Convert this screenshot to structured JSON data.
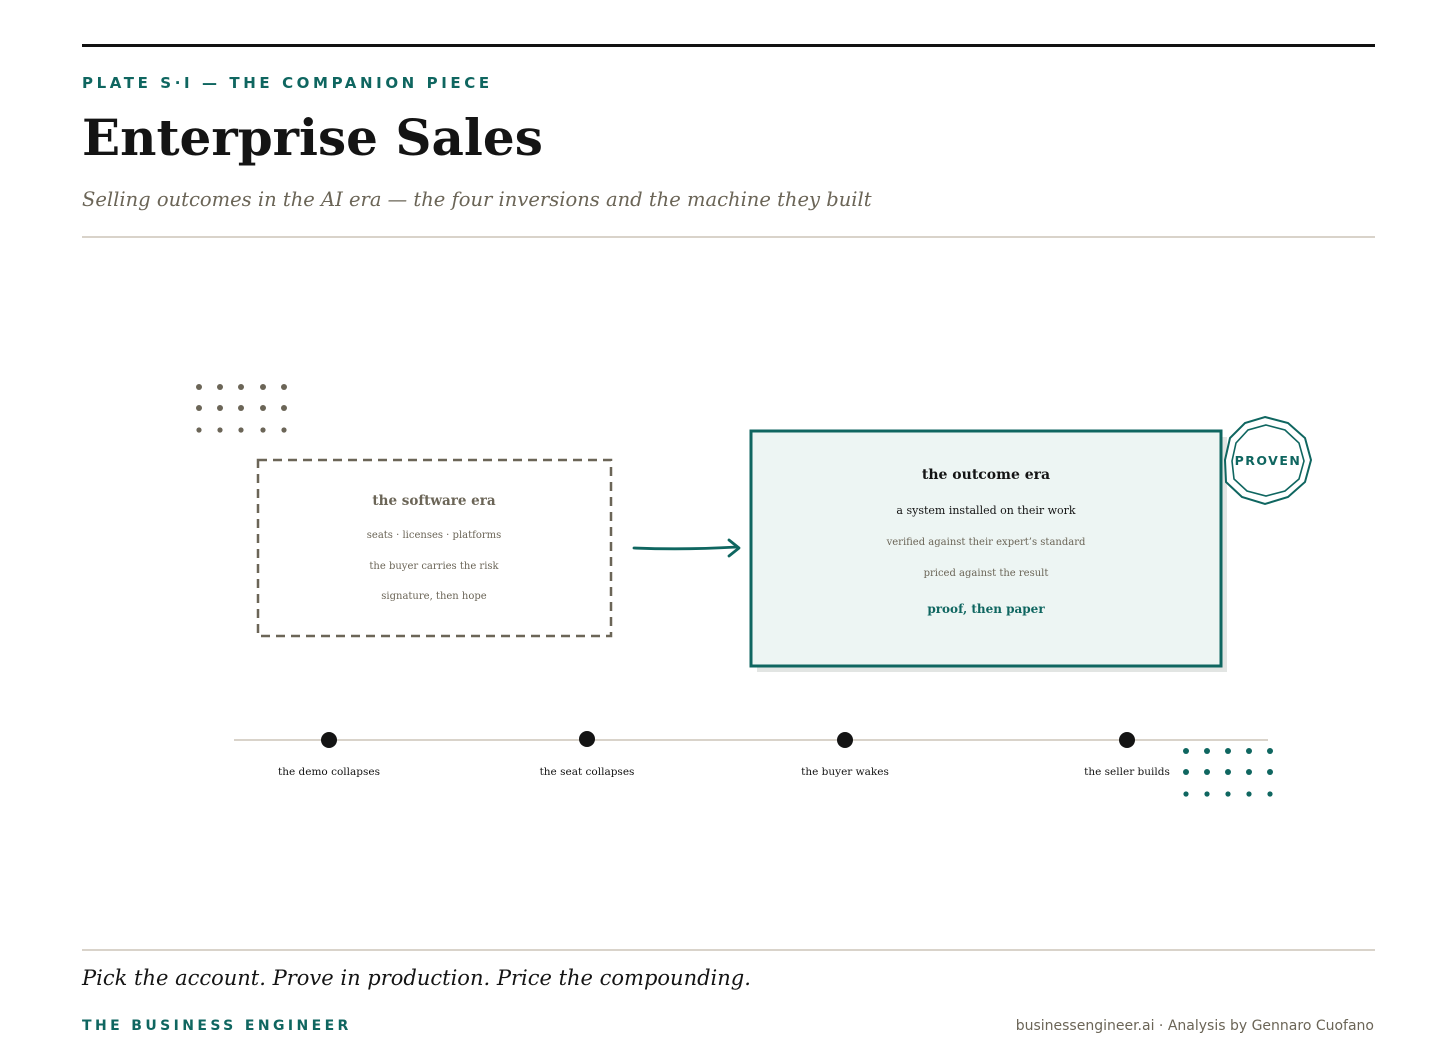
{
  "header": {
    "plate_label": "PLATE S·I — THE COMPANION PIECE",
    "title": "Enterprise Sales",
    "subtitle": "Selling outcomes in the AI era — the four inversions and the machine they built"
  },
  "diagram": {
    "old_box": {
      "title": "the software era",
      "lines": [
        "seats · licenses · platforms",
        "the buyer carries the risk",
        "signature, then hope"
      ]
    },
    "new_box": {
      "title": "the outcome era",
      "lines": [
        "a system installed on their work",
        "verified against their expert’s standard",
        "priced against the result"
      ],
      "emphasis": "proof, then paper"
    },
    "stamp": "PROVEN",
    "timeline": [
      "the demo collapses",
      "the seat collapses",
      "the buyer wakes",
      "the seller builds"
    ]
  },
  "footer": {
    "tagline": "Pick the account. Prove in production. Price the compounding.",
    "brand": "THE BUSINESS ENGINEER",
    "credit": "businessengineer.ai · Analysis by Gennaro Cuofano"
  },
  "colors": {
    "accent": "#0f6660",
    "ink": "#141414",
    "muted": "#6b6557",
    "rule": "#d9d3ca",
    "panel_fill": "#edf5f3"
  }
}
